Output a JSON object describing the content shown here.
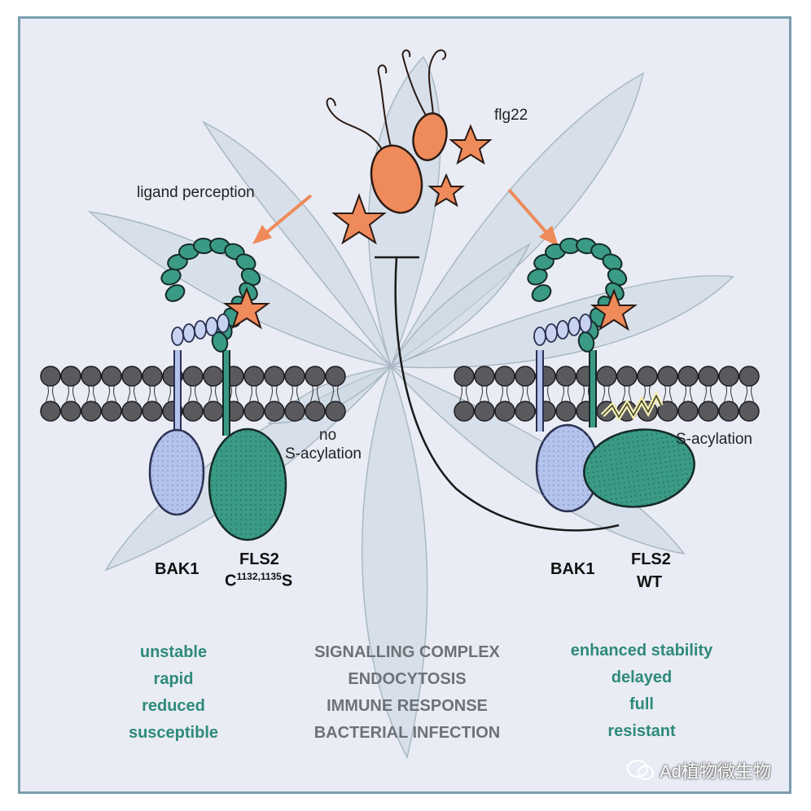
{
  "labels": {
    "flg22": "flg22",
    "ligand_perception": "ligand perception",
    "no": "no",
    "s_acylation_left": "S-acylation",
    "s_acylation_right": "S-acylation",
    "bak1_left": "BAK1",
    "fls2_left": "FLS2",
    "mutant_prefix": "C",
    "mutant_sup": "1132,1135",
    "mutant_suffix": "S",
    "bak1_right": "BAK1",
    "fls2_right": "FLS2",
    "wt": "WT"
  },
  "left_column": [
    "unstable",
    "rapid",
    "reduced",
    "susceptible"
  ],
  "middle_column": [
    "SIGNALLING COMPLEX",
    "ENDOCYTOSIS",
    "IMMUNE RESPONSE",
    "BACTERIAL INFECTION"
  ],
  "right_column": [
    "enhanced stability",
    "delayed",
    "full",
    "resistant"
  ],
  "watermark": "Ad植物微生物",
  "colors": {
    "background": "#e9ecf5",
    "border": "#7a9eae",
    "teal": "#2e8a78",
    "bak1_blue": "#b4c3ec",
    "orange": "#ef8a5a",
    "lipid": "#5a5a5e",
    "grey_text": "#6e7278"
  }
}
